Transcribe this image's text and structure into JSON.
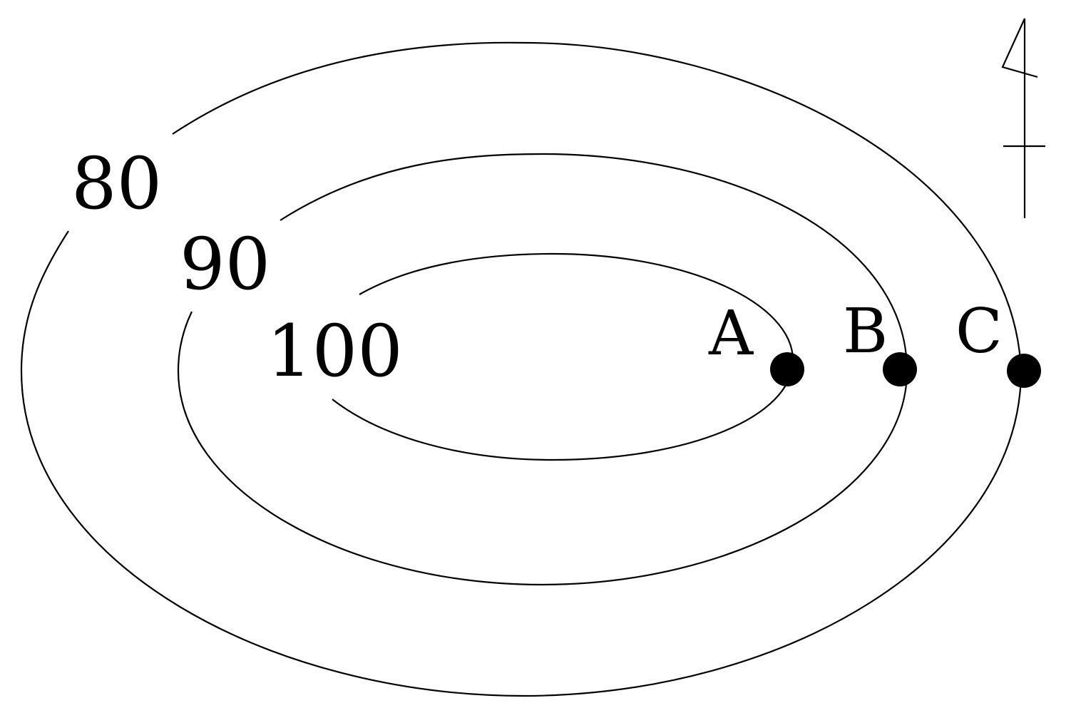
{
  "contour_lines": [
    {
      "elevation": "80"
    },
    {
      "elevation": "90"
    },
    {
      "elevation": "100"
    }
  ],
  "points": [
    {
      "label": "A"
    },
    {
      "label": "B"
    },
    {
      "label": "C"
    }
  ],
  "north_arrow": {
    "icon": "north-arrow-icon"
  },
  "colors": {
    "stroke": "#000000",
    "background": "#ffffff"
  }
}
